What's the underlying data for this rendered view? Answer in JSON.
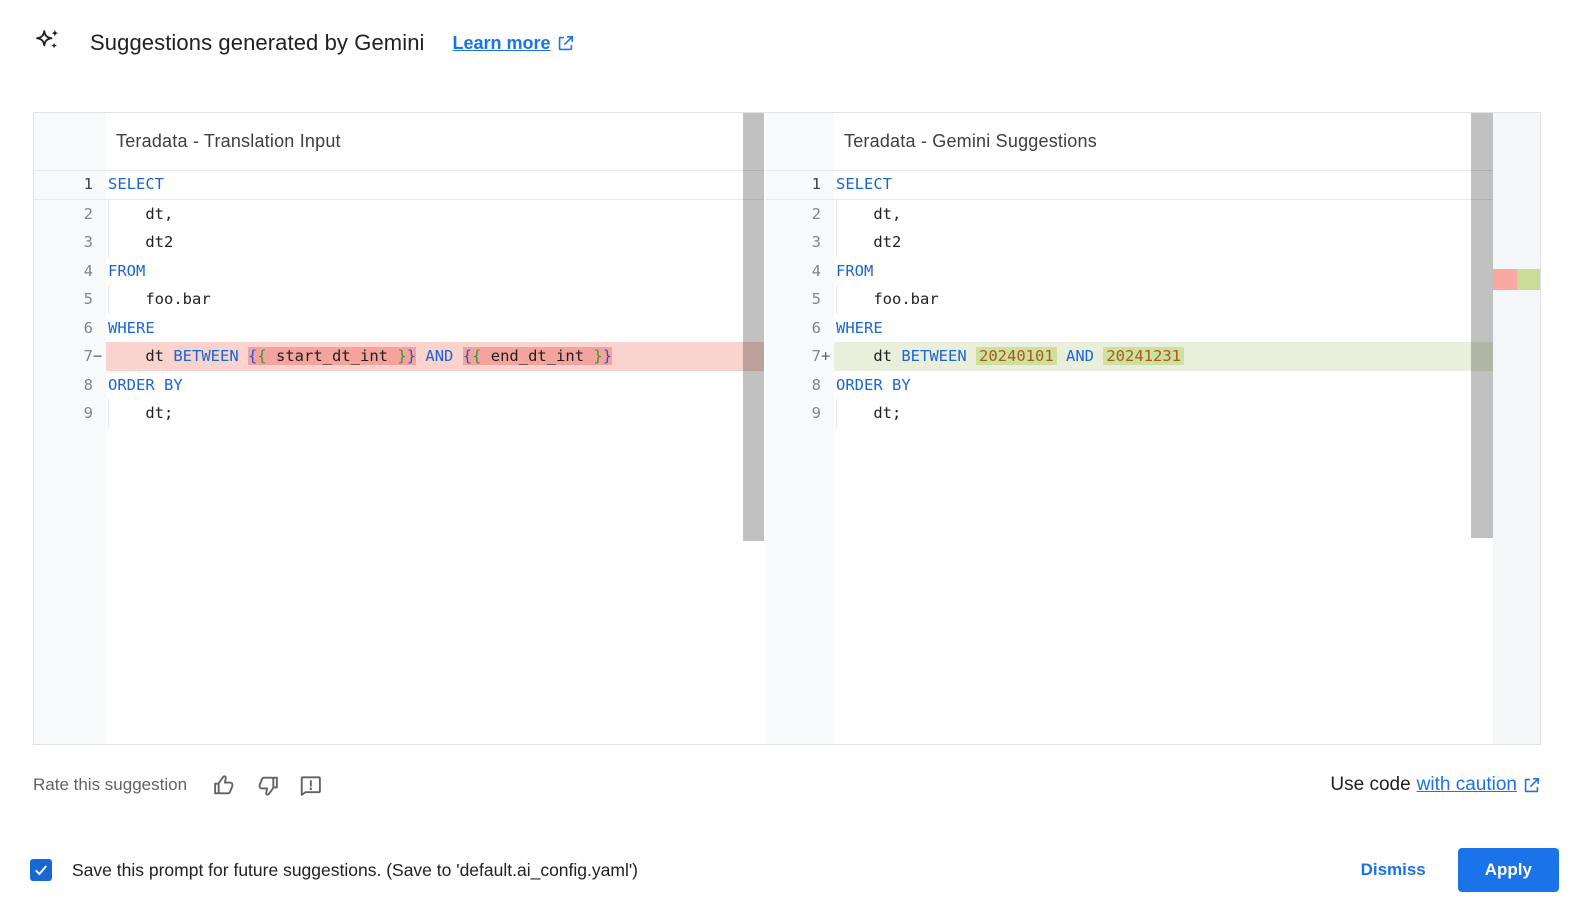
{
  "header": {
    "icon": "gemini-sparkle-icon",
    "title": "Suggestions generated by Gemini",
    "learn_more_label": "Learn more"
  },
  "panels": [
    {
      "title": "Teradata - Translation Input",
      "lines": [
        {
          "n": "1",
          "cls": "active",
          "tokens": [
            [
              "SELECT",
              "c-kw"
            ]
          ]
        },
        {
          "n": "2",
          "guide": true,
          "tokens": [
            [
              "    dt,",
              "c-pl"
            ]
          ]
        },
        {
          "n": "3",
          "guide": true,
          "tokens": [
            [
              "    dt2",
              "c-pl"
            ]
          ]
        },
        {
          "n": "4",
          "tokens": [
            [
              "FROM",
              "c-kw"
            ]
          ]
        },
        {
          "n": "5",
          "guide": true,
          "tokens": [
            [
              "    foo.bar",
              "c-pl"
            ]
          ]
        },
        {
          "n": "6",
          "tokens": [
            [
              "WHERE",
              "c-kw"
            ]
          ]
        },
        {
          "n": "7",
          "sign": "−",
          "cls": "removed",
          "tokens": [
            [
              "    dt ",
              "c-pl"
            ],
            [
              "BETWEEN",
              "c-kw"
            ],
            [
              " ",
              "c-pl"
            ],
            [
              "{",
              "c-bo chip-r"
            ],
            [
              "{",
              "c-bi chip-r"
            ],
            [
              " start_dt_int ",
              "c-pl chip-r"
            ],
            [
              "}",
              "c-bi chip-r"
            ],
            [
              "}",
              "c-bo chip-r"
            ],
            [
              " ",
              "c-pl"
            ],
            [
              "AND",
              "c-kw"
            ],
            [
              " ",
              "c-pl"
            ],
            [
              "{",
              "c-bo chip-r"
            ],
            [
              "{",
              "c-bi chip-r"
            ],
            [
              " end_dt_int ",
              "c-pl chip-r"
            ],
            [
              "}",
              "c-bi chip-r"
            ],
            [
              "}",
              "c-bo chip-r"
            ]
          ]
        },
        {
          "n": "8",
          "tokens": [
            [
              "ORDER BY",
              "c-kw"
            ]
          ]
        },
        {
          "n": "9",
          "guide": true,
          "tokens": [
            [
              "    dt;",
              "c-pl"
            ]
          ]
        }
      ]
    },
    {
      "title": "Teradata - Gemini Suggestions",
      "lines": [
        {
          "n": "1",
          "cls": "active",
          "tokens": [
            [
              "SELECT",
              "c-kw"
            ]
          ]
        },
        {
          "n": "2",
          "guide": true,
          "tokens": [
            [
              "    dt,",
              "c-pl"
            ]
          ]
        },
        {
          "n": "3",
          "guide": true,
          "tokens": [
            [
              "    dt2",
              "c-pl"
            ]
          ]
        },
        {
          "n": "4",
          "tokens": [
            [
              "FROM",
              "c-kw"
            ]
          ]
        },
        {
          "n": "5",
          "guide": true,
          "tokens": [
            [
              "    foo.bar",
              "c-pl"
            ]
          ]
        },
        {
          "n": "6",
          "tokens": [
            [
              "WHERE",
              "c-kw"
            ]
          ]
        },
        {
          "n": "7",
          "sign": "+",
          "cls": "added",
          "tokens": [
            [
              "    dt ",
              "c-pl"
            ],
            [
              "BETWEEN",
              "c-kw"
            ],
            [
              " ",
              "c-pl"
            ],
            [
              "20240101",
              "c-num chip-g"
            ],
            [
              " ",
              "c-pl"
            ],
            [
              "AND",
              "c-kw"
            ],
            [
              " ",
              "c-pl"
            ],
            [
              "20241231",
              "c-num chip-g"
            ]
          ]
        },
        {
          "n": "8",
          "tokens": [
            [
              "ORDER BY",
              "c-kw"
            ]
          ]
        },
        {
          "n": "9",
          "guide": true,
          "tokens": [
            [
              "    dt;",
              "c-pl"
            ]
          ]
        }
      ]
    }
  ],
  "footer": {
    "rate_label": "Rate this suggestion",
    "icons": [
      "thumb-up-icon",
      "thumb-down-icon",
      "feedback-icon"
    ],
    "use_code_text": "Use code",
    "use_code_link": "with caution"
  },
  "action_bar": {
    "checkbox_checked": true,
    "checkbox_label": "Save this prompt for future suggestions. (Save to 'default.ai_config.yaml')",
    "dismiss_label": "Dismiss",
    "apply_label": "Apply"
  },
  "colors": {
    "accent_blue": "#1a73e8",
    "keyword_blue": "#1967d2",
    "number_orange": "#a9591b",
    "brace_outer_blue": "#2d53cf",
    "brace_inner_green": "#3f9142",
    "removed_line_bg": "#fad2ce",
    "removed_chip_bg": "#f4a49c",
    "added_line_bg": "#e9efda",
    "added_chip_bg": "#cde09e",
    "ruler_removed": "#f8a9a3",
    "ruler_added": "#c9dd96",
    "gutter_bg": "#f8f9fa",
    "gutter_text": "#80868b"
  }
}
